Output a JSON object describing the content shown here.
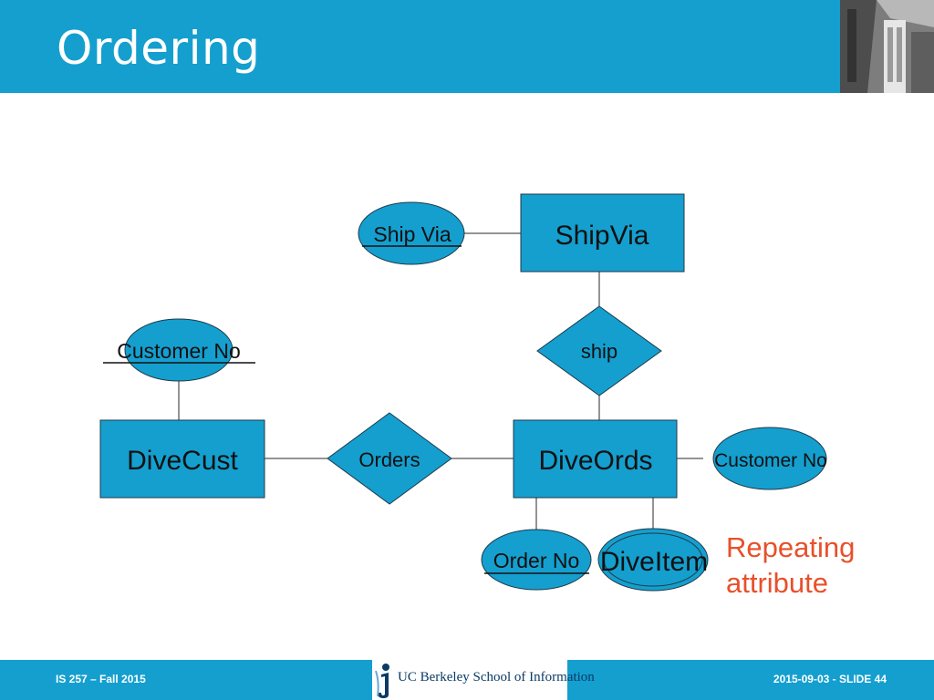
{
  "slide": {
    "title": "Ordering"
  },
  "diagram": {
    "entities": {
      "shipvia": "ShipVia",
      "divecust": "DiveCust",
      "diveords": "DiveOrds"
    },
    "relationships": {
      "ship": "ship",
      "orders": "Orders"
    },
    "attributes": {
      "ship_via": "Ship Via",
      "customer_no_cust": "Customer No",
      "customer_no_ords": "Customer No",
      "order_no": "Order No",
      "dive_item": "DiveItem"
    },
    "annotation": {
      "line1": "Repeating",
      "line2": "attribute"
    }
  },
  "colors": {
    "brand": "#149fcf",
    "shape_fill": "#149fcf",
    "annotation": "#e8502a"
  },
  "footer": {
    "course": "IS 257 – Fall 2015",
    "logo_text": "UC Berkeley School of Information",
    "slide_info": "2015-09-03 - SLIDE 44"
  }
}
